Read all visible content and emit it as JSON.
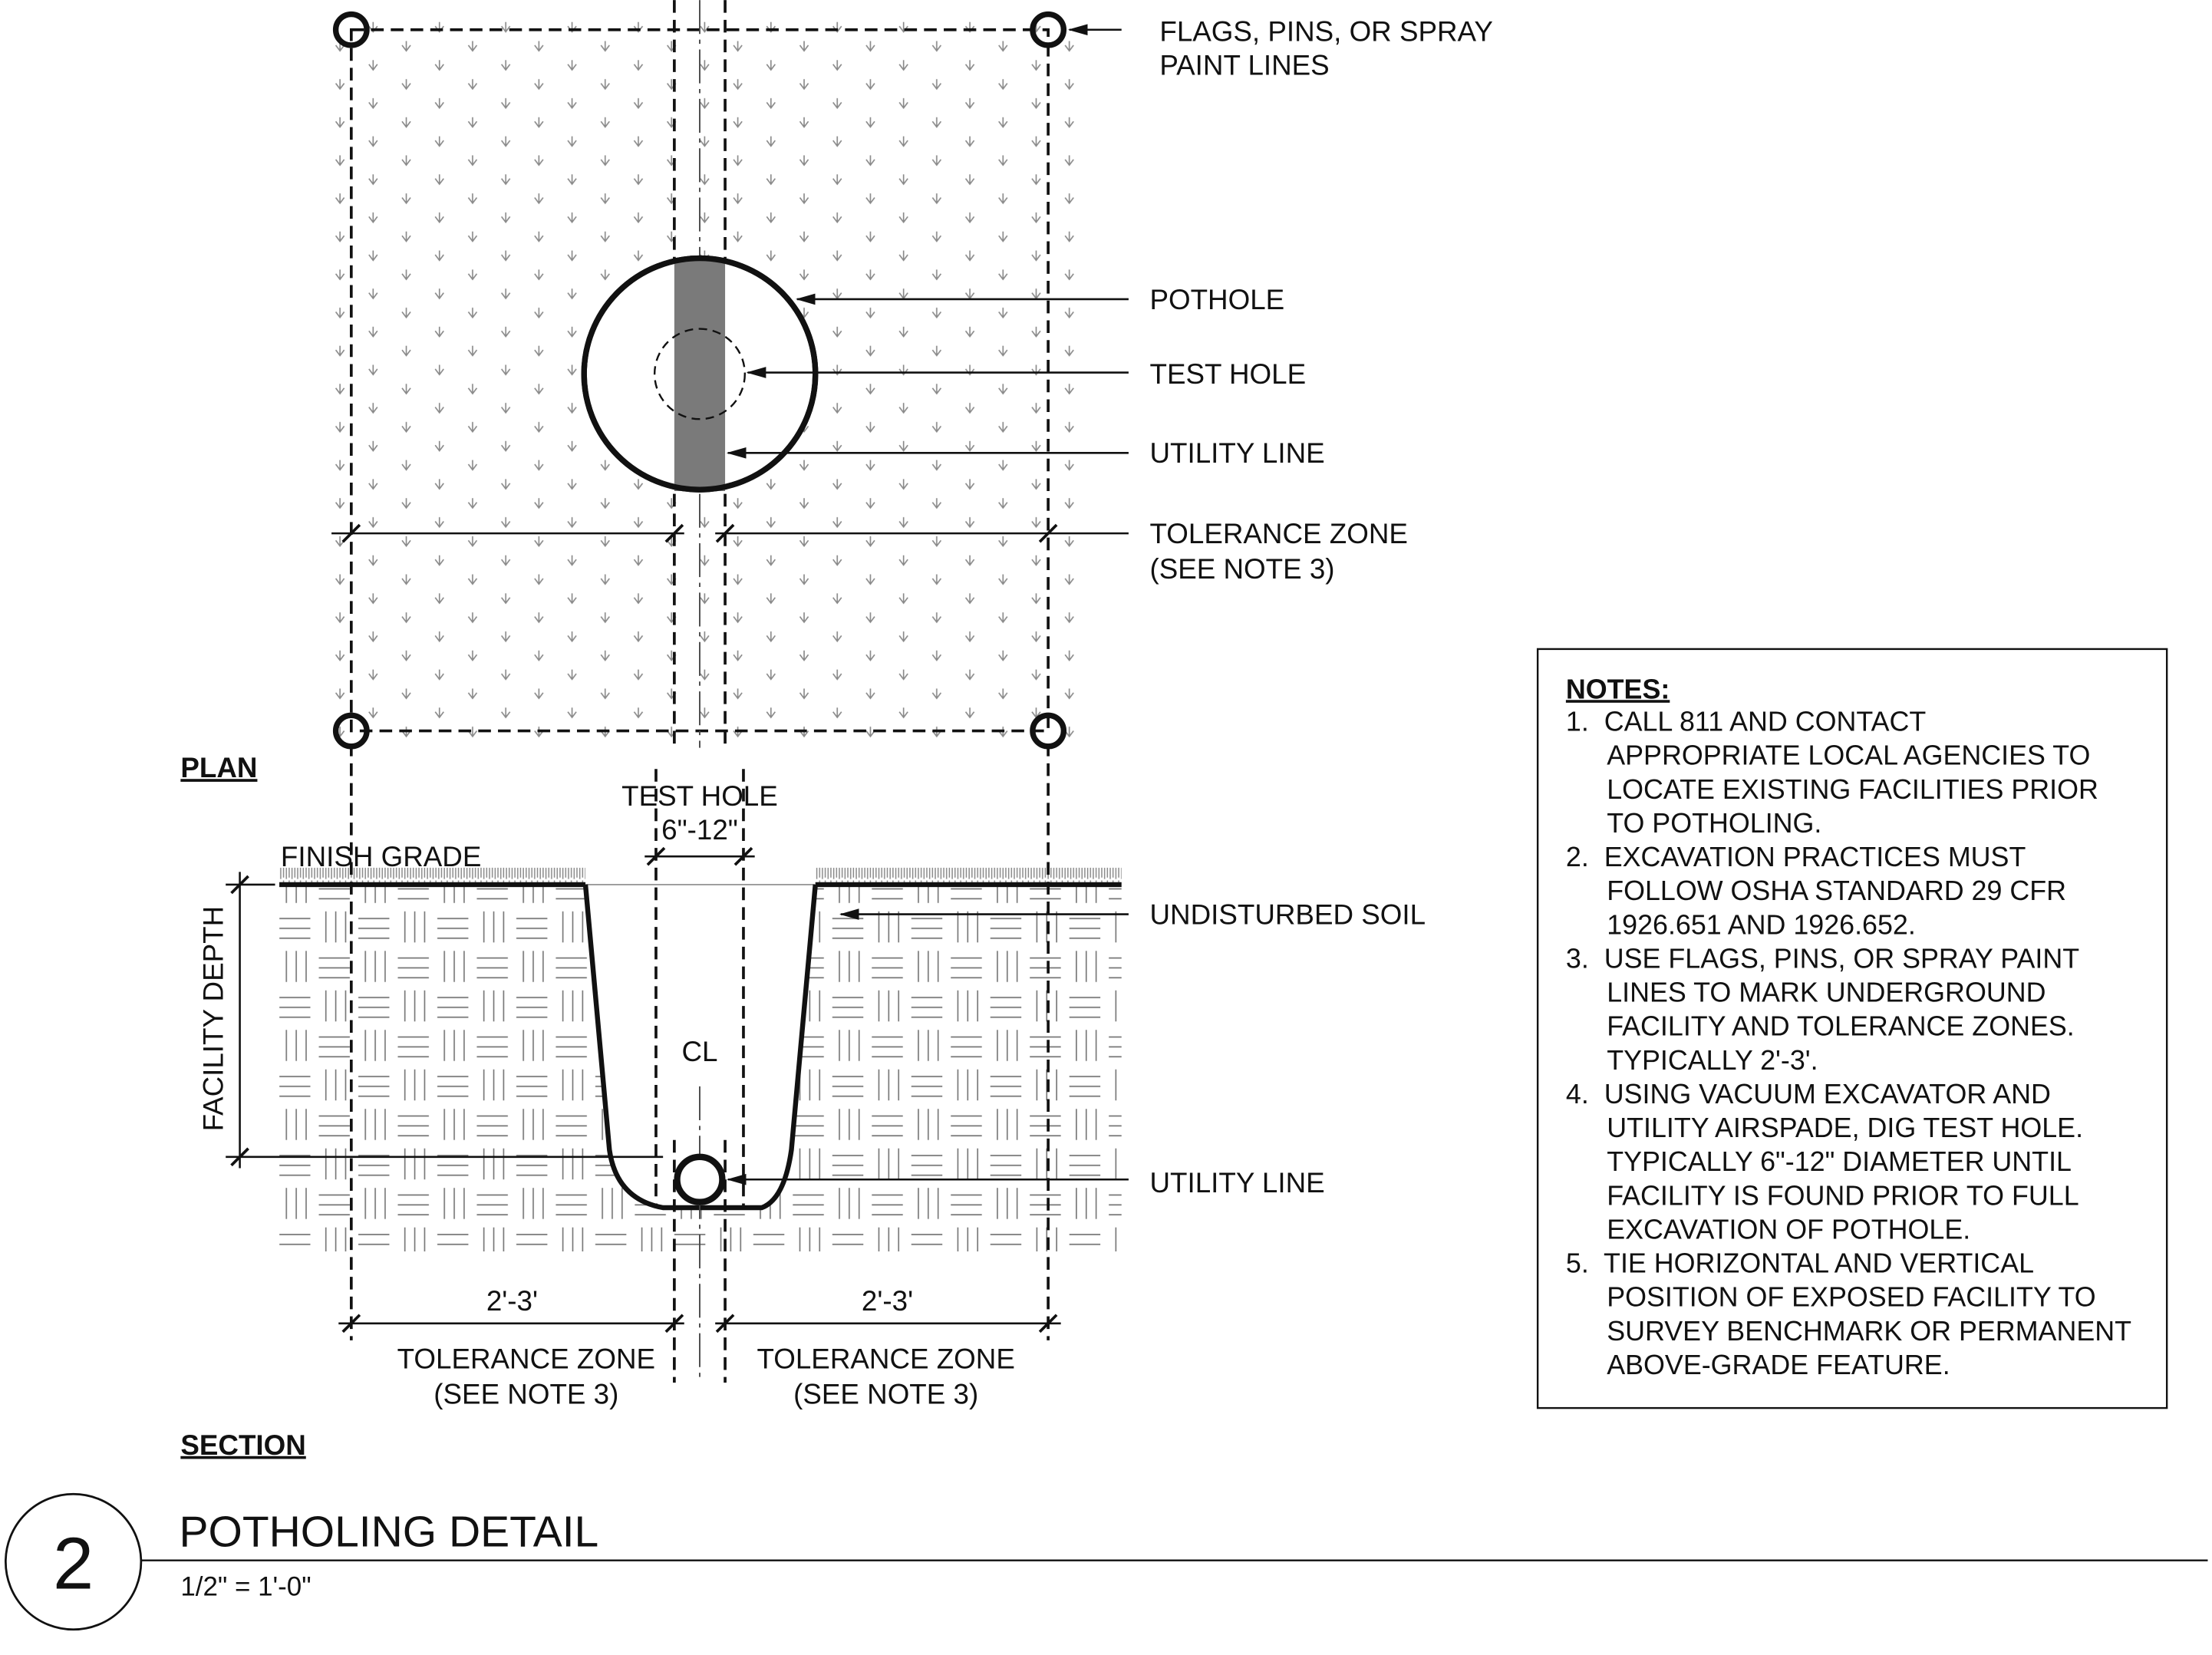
{
  "plan": {
    "label": "PLAN",
    "callouts": {
      "flags_line1": "FLAGS, PINS, OR SPRAY",
      "flags_line2": "PAINT LINES",
      "pothole": "POTHOLE",
      "test_hole": "TEST HOLE",
      "utility_line": "UTILITY LINE",
      "tolerance_line1": "TOLERANCE ZONE",
      "tolerance_line2": "(SEE NOTE 3)"
    }
  },
  "section": {
    "label": "SECTION",
    "finish_grade": "FINISH GRADE",
    "test_hole_label": "TEST HOLE",
    "test_hole_dim": "6\"-12\"",
    "facility_depth": "FACILITY DEPTH",
    "centerline_symbol": "CL",
    "undisturbed_soil": "UNDISTURBED SOIL",
    "utility_line": "UTILITY LINE",
    "left_dim": "2'-3'",
    "right_dim": "2'-3'",
    "left_zone_line1": "TOLERANCE ZONE",
    "left_zone_line2": "(SEE NOTE 3)",
    "right_zone_line1": "TOLERANCE ZONE",
    "right_zone_line2": "(SEE NOTE 3)"
  },
  "notes": {
    "heading": "NOTES:",
    "lines": [
      "1.  CALL 811 AND CONTACT",
      "APPROPRIATE LOCAL AGENCIES TO",
      "LOCATE EXISTING FACILITIES PRIOR",
      "TO POTHOLING.",
      "2.  EXCAVATION PRACTICES MUST",
      "FOLLOW OSHA STANDARD 29 CFR",
      "1926.651 AND 1926.652.",
      "3.  USE FLAGS, PINS, OR SPRAY PAINT",
      "LINES TO MARK UNDERGROUND",
      "FACILITY AND TOLERANCE ZONES.",
      "TYPICALLY 2'-3'.",
      "4.  USING VACUUM EXCAVATOR AND",
      "UTILITY AIRSPADE, DIG TEST HOLE.",
      "TYPICALLY 6\"-12\" DIAMETER UNTIL",
      "FACILITY IS FOUND PRIOR TO FULL",
      "EXCAVATION OF POTHOLE.",
      "5.  TIE HORIZONTAL AND VERTICAL",
      "POSITION OF EXPOSED FACILITY TO",
      "SURVEY BENCHMARK OR PERMANENT",
      "ABOVE-GRADE FEATURE."
    ]
  },
  "title": {
    "number": "2",
    "name": "POTHOLING DETAIL",
    "scale": "1/2\" = 1'-0\""
  },
  "colors": {
    "ink": "#111111",
    "utility_fill": "#7a7a7a",
    "hatch": "#8a8a8a"
  }
}
